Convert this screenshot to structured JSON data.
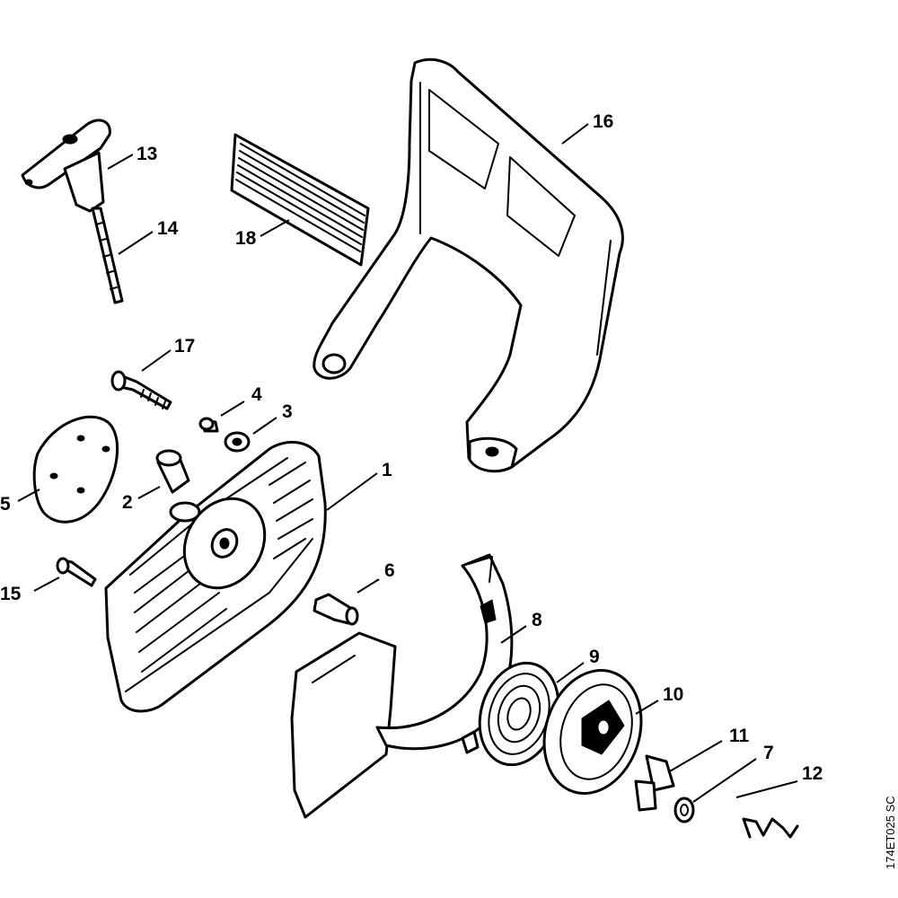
{
  "diagram": {
    "code": "174ET025 SC",
    "callouts": [
      {
        "id": "c1",
        "label": "1"
      },
      {
        "id": "c2",
        "label": "2"
      },
      {
        "id": "c3",
        "label": "3"
      },
      {
        "id": "c4",
        "label": "4"
      },
      {
        "id": "c5",
        "label": "5"
      },
      {
        "id": "c6",
        "label": "6"
      },
      {
        "id": "c7",
        "label": "7"
      },
      {
        "id": "c8",
        "label": "8"
      },
      {
        "id": "c9",
        "label": "9"
      },
      {
        "id": "c10",
        "label": "10"
      },
      {
        "id": "c11",
        "label": "11"
      },
      {
        "id": "c12",
        "label": "12"
      },
      {
        "id": "c13",
        "label": "13"
      },
      {
        "id": "c14",
        "label": "14"
      },
      {
        "id": "c15",
        "label": "15"
      },
      {
        "id": "c16",
        "label": "16"
      },
      {
        "id": "c17",
        "label": "17"
      },
      {
        "id": "c18",
        "label": "18"
      }
    ]
  }
}
